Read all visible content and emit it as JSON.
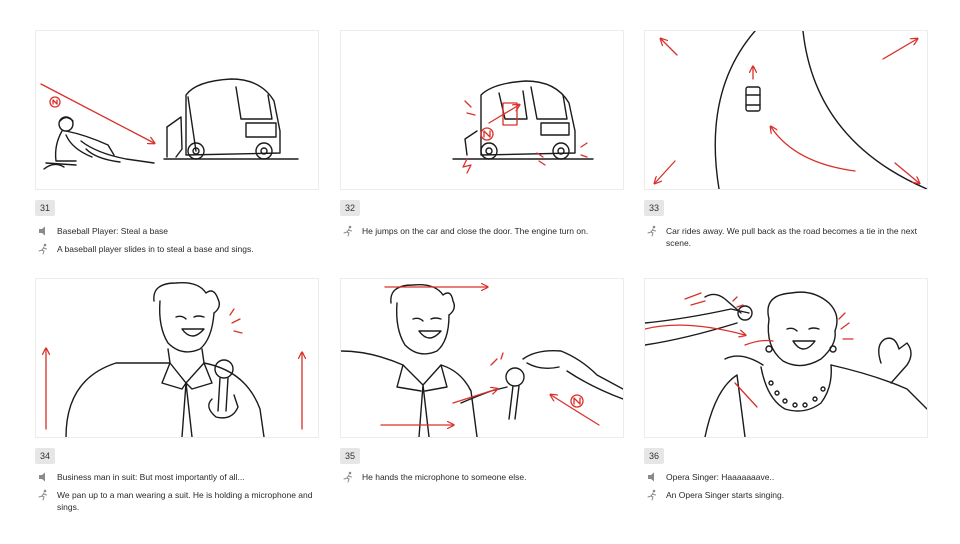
{
  "icons": {
    "audio": "speaker-icon",
    "action": "running-figure-icon"
  },
  "colors": {
    "annotation": "#d9302a",
    "ink": "#1b1b1b",
    "badge_bg": "#e6e6e6"
  },
  "panels": [
    {
      "number": "31",
      "audio": "Baseball Player: Steal a base",
      "action": "A baseball player slides in to steal a base and sings."
    },
    {
      "number": "32",
      "audio": "",
      "action": "He jumps on the car and close the door. The engine turn on."
    },
    {
      "number": "33",
      "audio": "",
      "action": "Car rides away. We pull back as the road becomes a tie in the next scene."
    },
    {
      "number": "34",
      "audio": "Business man in suit: But most importantly of all...",
      "action": "We pan up to a man wearing a suit. He is holding a  microphone and sings."
    },
    {
      "number": "35",
      "audio": "",
      "action": "He hands the microphone to someone else."
    },
    {
      "number": "36",
      "audio": "Opera Singer: Haaaaaaave..",
      "action": "An Opera Singer starts singing."
    }
  ]
}
